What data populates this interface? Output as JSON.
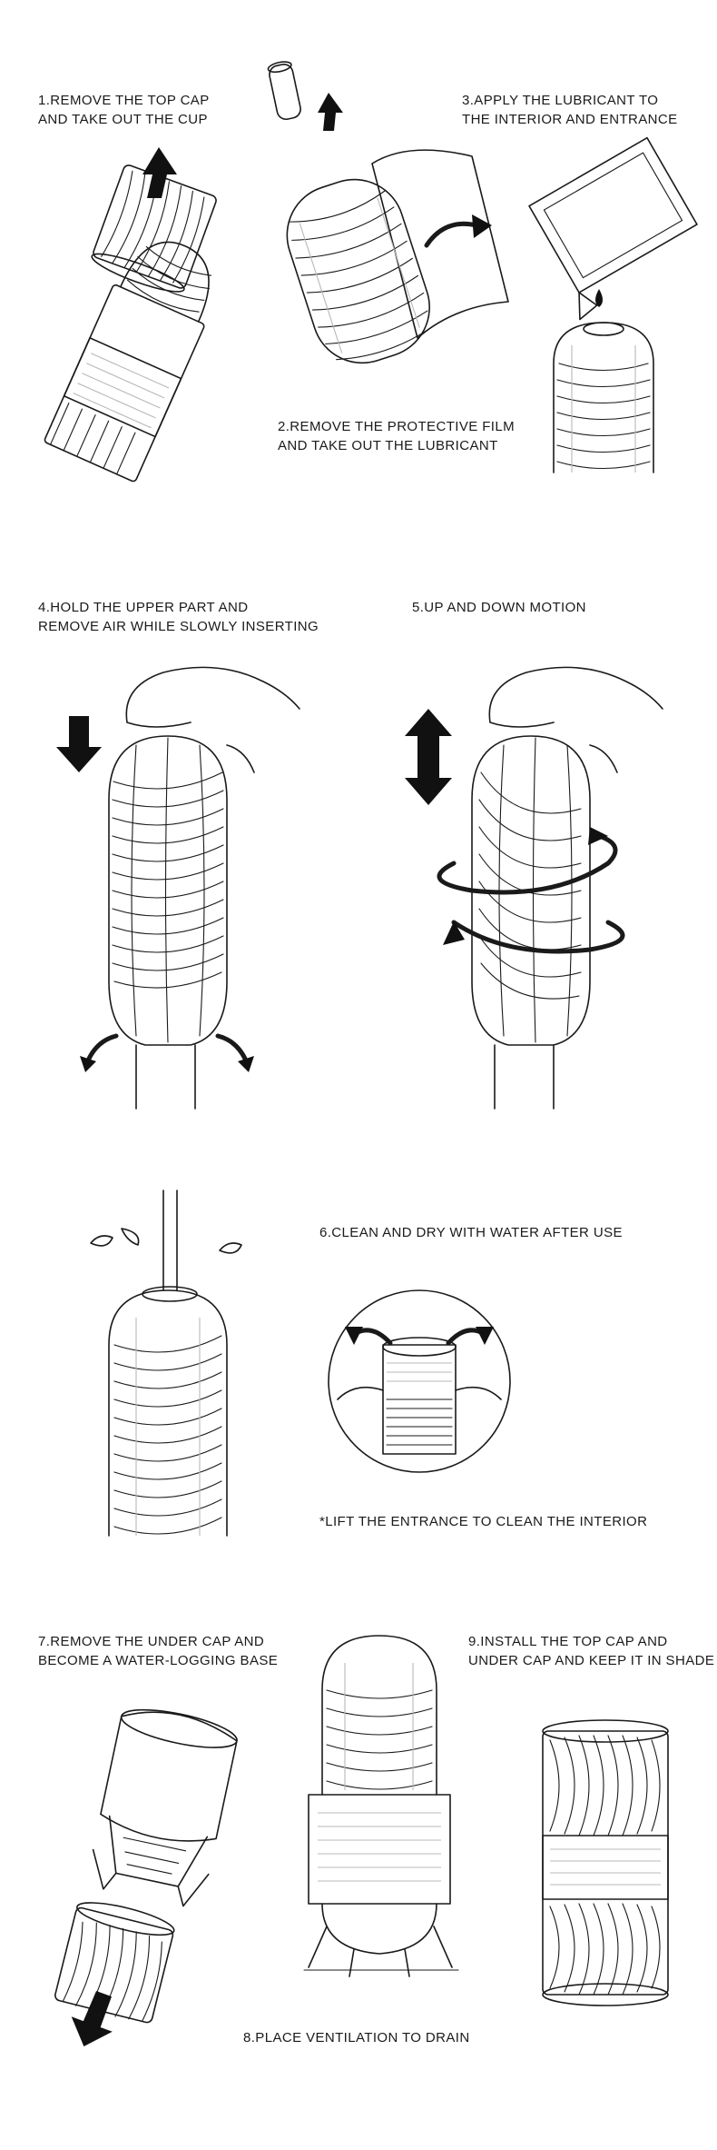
{
  "steps": [
    {
      "id": 1,
      "lines": [
        "1.REMOVE THE TOP CAP",
        "AND TAKE OUT THE CUP"
      ]
    },
    {
      "id": 2,
      "lines": [
        "2.REMOVE THE PROTECTIVE FILM",
        "AND TAKE OUT THE LUBRICANT"
      ]
    },
    {
      "id": 3,
      "lines": [
        "3.APPLY THE LUBRICANT TO",
        "THE INTERIOR AND ENTRANCE"
      ]
    },
    {
      "id": 4,
      "lines": [
        "4.HOLD THE UPPER PART AND",
        "REMOVE AIR WHILE SLOWLY INSERTING"
      ]
    },
    {
      "id": 5,
      "lines": [
        "5.UP AND DOWN MOTION"
      ]
    },
    {
      "id": 6,
      "lines": [
        "6.CLEAN AND DRY WITH WATER AFTER USE"
      ]
    },
    {
      "id": 7,
      "lines": [
        "7.REMOVE THE UNDER CAP AND",
        "BECOME A WATER-LOGGING BASE"
      ]
    },
    {
      "id": 8,
      "lines": [
        "8.PLACE VENTILATION TO DRAIN"
      ]
    },
    {
      "id": 9,
      "lines": [
        "9.INSTALL THE TOP CAP AND",
        "UNDER CAP AND KEEP IT IN SHADE"
      ]
    }
  ],
  "notes": {
    "step6_detail": "*LIFT THE ENTRANCE TO CLEAN THE INTERIOR"
  },
  "colors": {
    "ink": "#1a1a1a",
    "background": "#ffffff"
  }
}
